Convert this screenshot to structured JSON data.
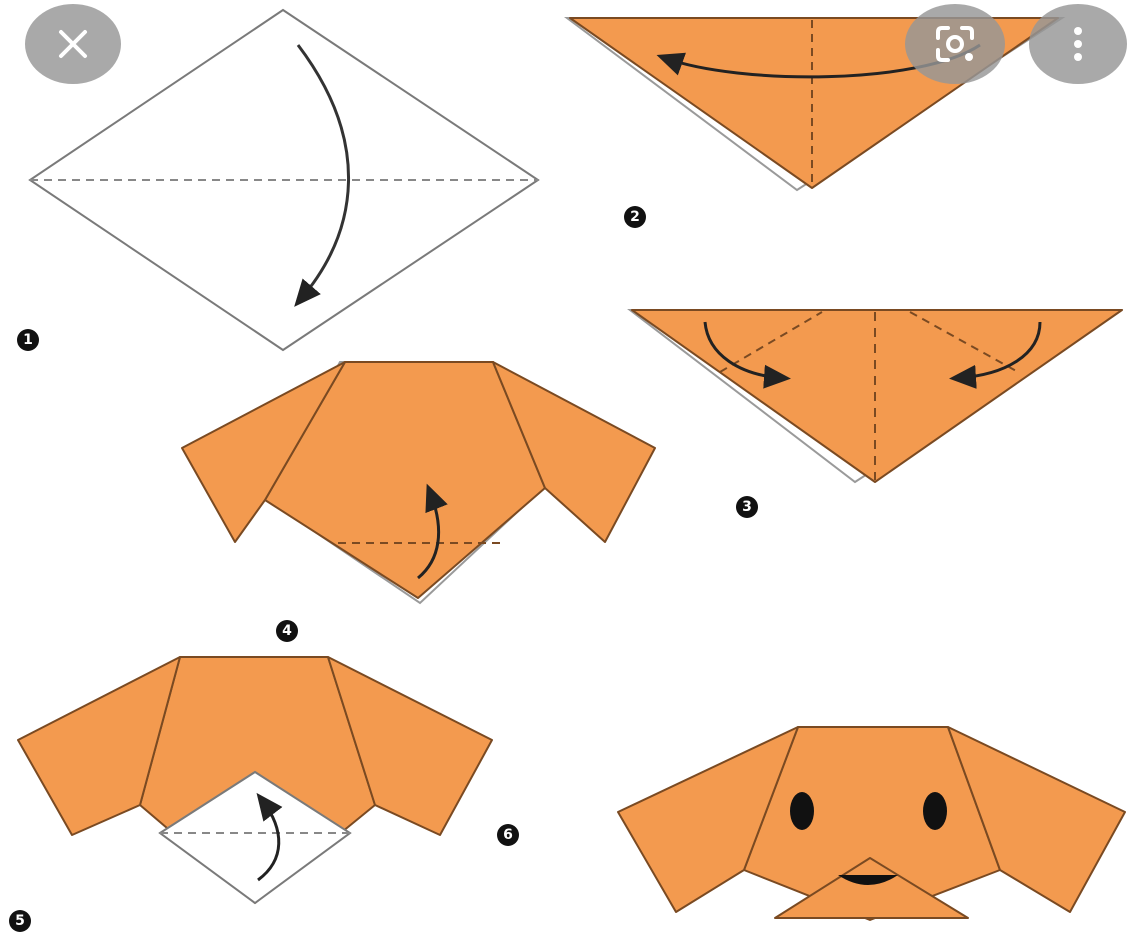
{
  "colors": {
    "paper": "#f39a4f",
    "paper_edge": "#7a4a22",
    "background": "#ffffff",
    "overlay_button": "#969696",
    "step_badge": "#111111"
  },
  "steps": [
    {
      "label": "1"
    },
    {
      "label": "2"
    },
    {
      "label": "3"
    },
    {
      "label": "4"
    },
    {
      "label": "5"
    },
    {
      "label": "6"
    }
  ],
  "toolbar": {
    "close_icon": "close-icon",
    "lens_icon": "visual-search-icon",
    "more_icon": "more-vertical-icon"
  }
}
